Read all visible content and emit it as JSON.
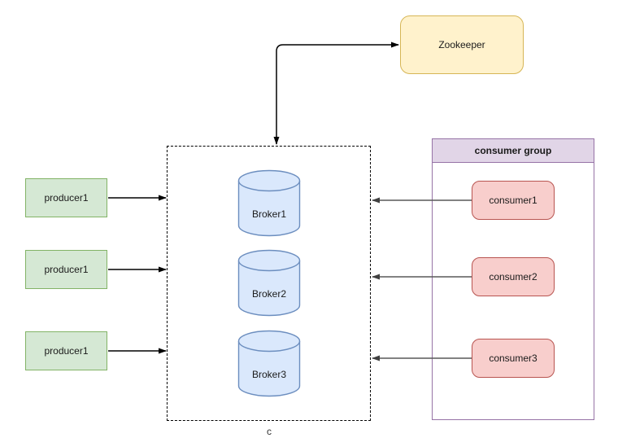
{
  "diagram": {
    "zookeeper": {
      "label": "Zookeeper"
    },
    "producers": [
      {
        "label": "producer1"
      },
      {
        "label": "producer1"
      },
      {
        "label": "producer1"
      }
    ],
    "broker_cluster": {
      "brokers": [
        {
          "label": "Broker1"
        },
        {
          "label": "Broker2"
        },
        {
          "label": "Broker3"
        }
      ]
    },
    "consumer_group": {
      "title": "consumer group",
      "consumers": [
        {
          "label": "consumer1"
        },
        {
          "label": "consumer2"
        },
        {
          "label": "consumer3"
        }
      ]
    },
    "caption": "c",
    "colors": {
      "producer_fill": "#d5e8d4",
      "producer_border": "#82b366",
      "broker_fill": "#dae8fc",
      "broker_border": "#6c8ebf",
      "consumer_fill": "#f8cecc",
      "consumer_border": "#b85450",
      "zookeeper_fill": "#fff2cc",
      "zookeeper_border": "#d6b656",
      "group_header_fill": "#e1d5e7",
      "group_border": "#9673a6",
      "arrow": "#000000",
      "consumer_arrow": "#595959"
    }
  }
}
